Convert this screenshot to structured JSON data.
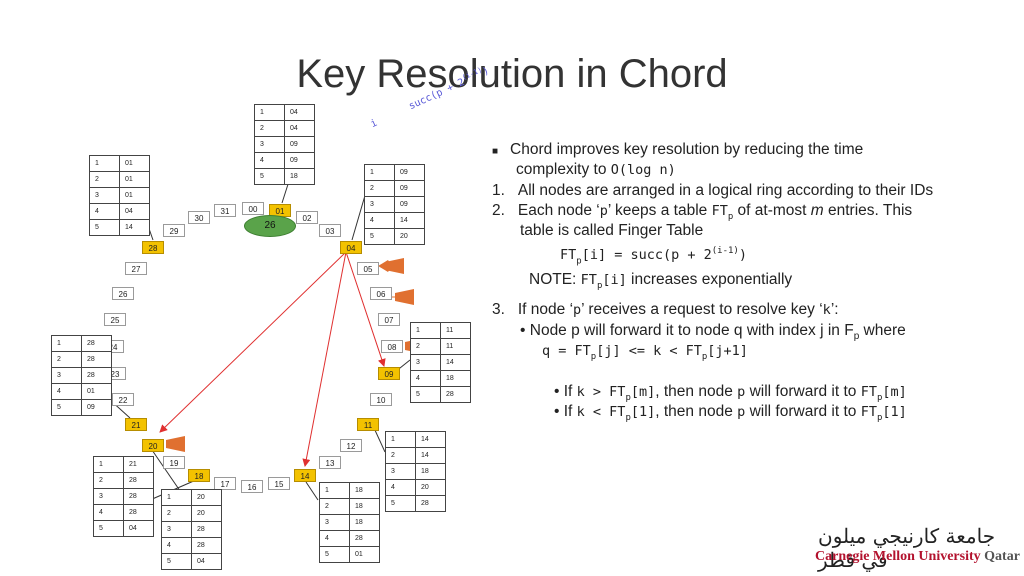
{
  "title": "Key Resolution in Chord",
  "formula": {
    "i": "i",
    "succ": "succ(p + 2",
    "exp": "(i-1)",
    "close": ")"
  },
  "bubble": "26",
  "nodes": [
    "00",
    "01",
    "02",
    "03",
    "04",
    "05",
    "06",
    "07",
    "08",
    "09",
    "10",
    "11",
    "12",
    "13",
    "14",
    "15",
    "16",
    "17",
    "18",
    "19",
    "20",
    "21",
    "22",
    "23",
    "24",
    "25",
    "26",
    "27",
    "28",
    "29",
    "30",
    "31"
  ],
  "finger_tables": {
    "n1": [
      [
        "1",
        "04"
      ],
      [
        "2",
        "04"
      ],
      [
        "3",
        "09"
      ],
      [
        "4",
        "09"
      ],
      [
        "5",
        "18"
      ]
    ],
    "n4": [
      [
        "1",
        "09"
      ],
      [
        "2",
        "09"
      ],
      [
        "3",
        "09"
      ],
      [
        "4",
        "14"
      ],
      [
        "5",
        "20"
      ]
    ],
    "n28": [
      [
        "1",
        "01"
      ],
      [
        "2",
        "01"
      ],
      [
        "3",
        "01"
      ],
      [
        "4",
        "04"
      ],
      [
        "5",
        "14"
      ]
    ],
    "n9": [
      [
        "1",
        "11"
      ],
      [
        "2",
        "11"
      ],
      [
        "3",
        "14"
      ],
      [
        "4",
        "18"
      ],
      [
        "5",
        "28"
      ]
    ],
    "n11": [
      [
        "1",
        "14"
      ],
      [
        "2",
        "14"
      ],
      [
        "3",
        "18"
      ],
      [
        "4",
        "20"
      ],
      [
        "5",
        "28"
      ]
    ],
    "n21": [
      [
        "1",
        "28"
      ],
      [
        "2",
        "28"
      ],
      [
        "3",
        "28"
      ],
      [
        "4",
        "01"
      ],
      [
        "5",
        "09"
      ]
    ],
    "n18": [
      [
        "1",
        "21"
      ],
      [
        "2",
        "28"
      ],
      [
        "3",
        "28"
      ],
      [
        "4",
        "28"
      ],
      [
        "5",
        "04"
      ]
    ],
    "n14": [
      [
        "1",
        "18"
      ],
      [
        "2",
        "18"
      ],
      [
        "3",
        "18"
      ],
      [
        "4",
        "28"
      ],
      [
        "5",
        "01"
      ]
    ],
    "n20": [
      [
        "1",
        "20"
      ],
      [
        "2",
        "20"
      ],
      [
        "3",
        "28"
      ],
      [
        "4",
        "28"
      ],
      [
        "5",
        "04"
      ]
    ]
  },
  "text": {
    "b1a": "Chord improves key resolution by reducing the time",
    "b1b": "complexity to ",
    "b1code": "O(log n)",
    "i1": "1.",
    "i1t": "All nodes are arranged in a logical ring according to their IDs",
    "i2": "2.",
    "i2a": "Each node ‘",
    "i2p": "p",
    "i2b": "’ keeps a table ",
    "i2ft": "FT",
    "i2sub": "p",
    "i2c": " of at-most ",
    "i2m": "m",
    "i2d": " entries. This",
    "i2e": "table is called Finger Table",
    "ftdef": "FT",
    "ftdefsub": "p",
    "ftdefb": "[i] = succ(p + 2",
    "ftdefsup": "(i-1)",
    "ftdefc": ")",
    "note": "NOTE: ",
    "noteft": "FT",
    "notesub": "p",
    "notei": "[i]",
    "notetxt": " increases exponentially",
    "i3": "3.",
    "i3a": "If node ‘",
    "i3p": "p",
    "i3b": "’ receives a request to resolve key ‘",
    "i3k": "k",
    "i3c": "’:",
    "s1": "Node p will forward it to node q with index j in F",
    "s1sub": "p",
    "s1b": " where",
    "q1": "q = FT",
    "q1sub": "p",
    "q1b": "[j] <= k < FT",
    "q1sub2": "p",
    "q1c": "[j+1]",
    "c1a": "If ",
    "c1k": "k > FT",
    "c1sub": "p",
    "c1m": "[m]",
    "c1b": ", then node ",
    "c1p": "p",
    "c1c": " will forward it to ",
    "c1ft": "FT",
    "c1sub2": "p",
    "c1m2": "[m]",
    "c2a": "If ",
    "c2k": "k < FT",
    "c2sub": "p",
    "c2m": "[1]",
    "c2b": ", then node ",
    "c2p": "p",
    "c2c": " will forward it to ",
    "c2ft": "FT",
    "c2sub2": "p",
    "c2m2": "[1]"
  },
  "logo": {
    "arabic": "جامعة كارنيجي ميلون في قطر",
    "cmu": "Carnegie Mellon University",
    "qatar": "Qatar"
  },
  "colors": {
    "active_node": "#f3c200",
    "arrow": "#e07030",
    "bubble": "#5aa34a",
    "request_lines": "#e03030"
  }
}
